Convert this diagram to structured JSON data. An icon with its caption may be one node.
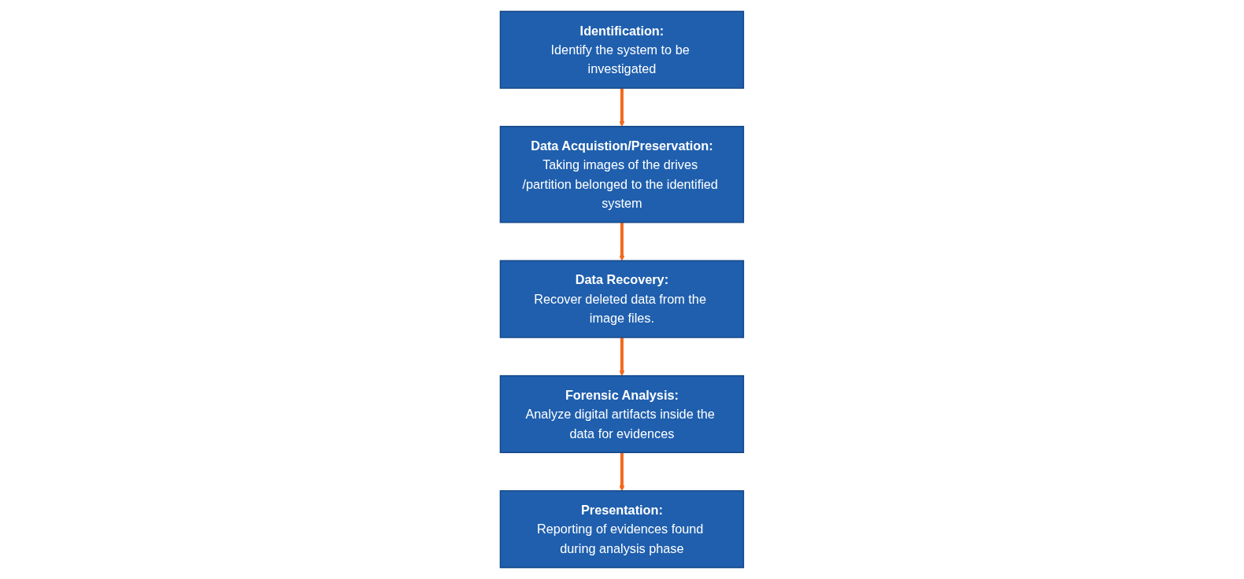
{
  "diagram": {
    "nodes": [
      {
        "text": [
          "Identification:",
          "Identify the system to be investigated"
        ]
      },
      {
        "text": [
          "Data Acquistion/Preservation:",
          "Taking images of the drives /partition belonged to the identified system"
        ]
      },
      {
        "text": [
          "Data Recovery:",
          "Recover deleted data from the image files."
        ]
      },
      {
        "text": [
          "Forensic Analysis:",
          "Analyze digital artifacts inside the data for evidences"
        ]
      },
      {
        "text": [
          "Presentation:",
          "Reporting of evidences found during analysis phase"
        ]
      }
    ],
    "edges": [
      {
        "from": 0,
        "to": 1,
        "arrow": "to"
      },
      {
        "from": 1,
        "to": 2,
        "arrow": "to"
      },
      {
        "from": 2,
        "to": 3,
        "arrow": "to"
      },
      {
        "from": 3,
        "to": 4,
        "arrow": "to"
      }
    ]
  }
}
